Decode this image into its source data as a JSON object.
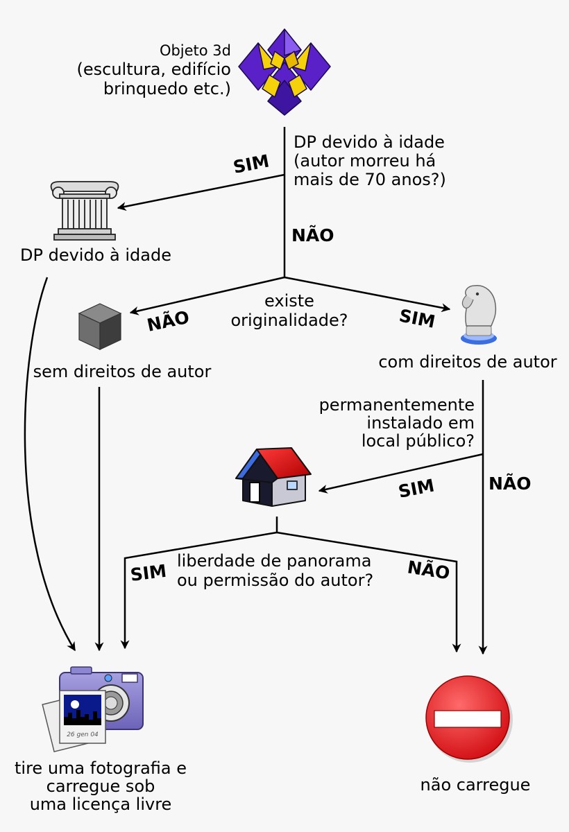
{
  "colors": {
    "background": "#f7f7f7",
    "line": "#000000",
    "octahedron_purple": "#5b21c8",
    "octahedron_yellow": "#f5d10c",
    "stop_red": "#e0161c",
    "cube_gray": "#6e6e6e"
  },
  "icons": {
    "start": "octahedron-sculpture-icon",
    "public_domain": "greek-column-icon",
    "no_copyright": "cube-icon",
    "copyright": "chess-knight-icon",
    "public_place": "house-icon",
    "upload": "camera-photo-icon",
    "dont_upload": "stop-sign-icon"
  },
  "nodes": {
    "start": [
      "Objeto 3d",
      "(escultura, edifício",
      "brinquedo etc.)"
    ],
    "age_question": [
      "DP devido à idade",
      "(autor morreu há",
      "mais de 70 anos?)"
    ],
    "public_domain": "DP devido à idade",
    "originality_question": [
      "existe",
      "originalidade?"
    ],
    "no_copyright": "sem direitos de autor",
    "copyright": "com direitos de autor",
    "public_place_question": [
      "permanentemente",
      "instalado em",
      "local público?"
    ],
    "panorama_question": [
      "liberdade de panorama",
      "ou permissão do autor?"
    ],
    "upload": [
      "tire uma fotografia e",
      "carregue sob",
      "uma licença livre"
    ],
    "dont_upload": "não carregue",
    "photo_caption": "26 gen 04"
  },
  "answers": {
    "age_yes": "SIM",
    "age_no": "NÃO",
    "originality_no": "NÃO",
    "originality_yes": "SIM",
    "place_yes": "SIM",
    "place_no": "NÃO",
    "panorama_yes": "SIM",
    "panorama_no": "NÃO"
  }
}
